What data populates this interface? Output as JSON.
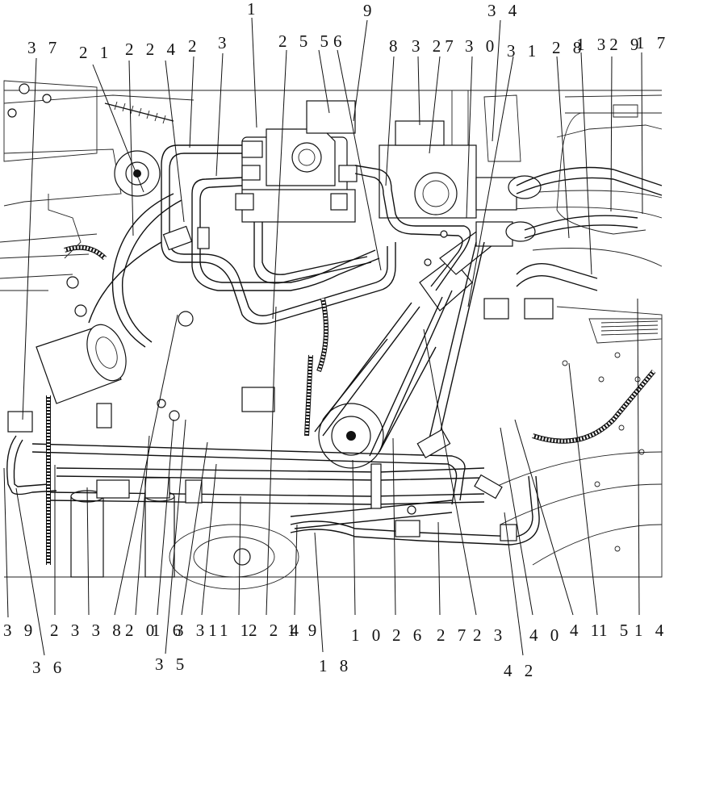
{
  "labels": {
    "n1": "1",
    "n9": "9",
    "n34": "3 4",
    "n37": "3 7",
    "n21": "2 1",
    "n224": "2 2 4",
    "n2a": "2",
    "n3a": "3",
    "n255": "2 5 5",
    "n6": "6",
    "n8": "8",
    "n327": "3 27",
    "n30": "3 0",
    "n31": "3 1",
    "n28": "2 8",
    "n1329": "1 32 9",
    "n17": "1 7",
    "b39": "3 9",
    "b36": "3 6",
    "b2338": "2 3 3 8",
    "b20": "2 0",
    "b16": "1 6",
    "b35": "3 5",
    "b331": "3 31",
    "b11": "1 1",
    "b224": "2 2 4",
    "b19": "1 9",
    "b18": "1 8",
    "b10": "1 0",
    "b26": "2 6",
    "b27": "2 7",
    "b23": "2 3",
    "b40": "4 0",
    "b42": "4 2",
    "b41": "4 1",
    "b15": "1 5",
    "b14": "1 4"
  }
}
